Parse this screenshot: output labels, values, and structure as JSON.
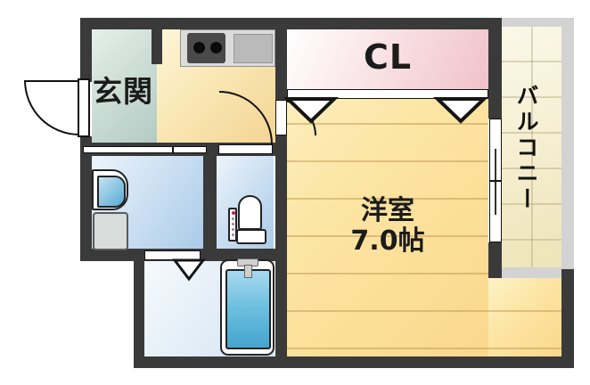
{
  "plan": {
    "title": "apartment floor plan",
    "rooms": {
      "genkan": {
        "label": "玄関"
      },
      "closet": {
        "label": "CL"
      },
      "western_room": {
        "name": "洋室",
        "size": "7.0帖"
      },
      "balcony": {
        "label": "バルコニー"
      },
      "kitchen": {
        "label": ""
      },
      "washroom": {
        "label": ""
      },
      "toilet_room": {
        "label": ""
      },
      "bathroom": {
        "label": ""
      }
    },
    "fixtures": [
      "entry-door",
      "kitchen-stove",
      "kitchen-sink",
      "hinged-door-toilet",
      "hinged-door-room",
      "sliding-door-washroom",
      "folding-closet-doors",
      "sliding-window",
      "vanity-basin",
      "washing-machine",
      "toilet",
      "folding-bath-door",
      "bathtub"
    ],
    "colors": {
      "wall": "#3a3a3a",
      "room_floor": "#fce4a2",
      "kitchen_floor": "#f9e7b4",
      "genkan_floor": "#cdded7",
      "closet_fill": "#f0c2c9",
      "balcony_floor": "#f5eed0",
      "balcony_wall": "#d3d3d3",
      "wet_area_floor": "#cbdff2",
      "bath_water": "#45a5cf",
      "fixture_outline": "#111111"
    }
  }
}
